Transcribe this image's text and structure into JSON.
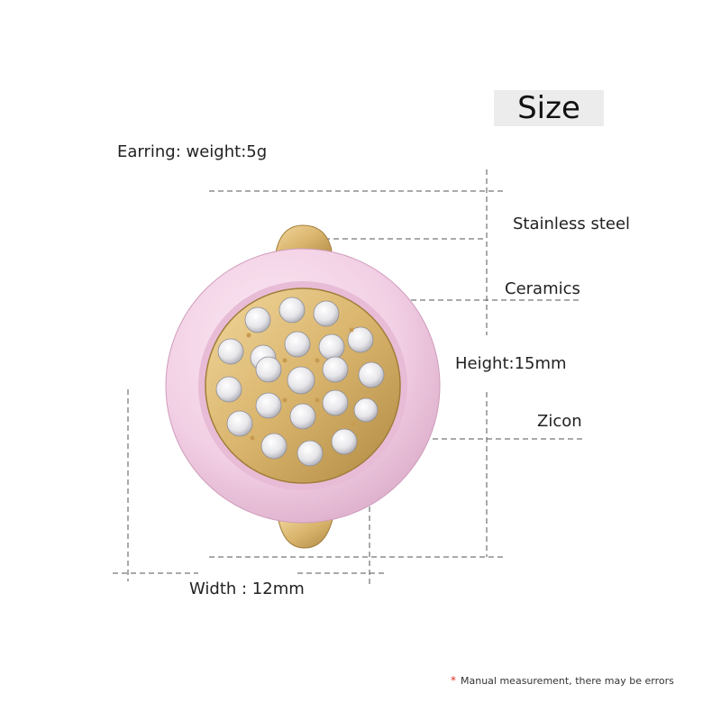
{
  "header": {
    "title": "Size"
  },
  "specs": {
    "weight": "Earring: weight:5g",
    "material_top": "Stainless steel",
    "material_mid": "Ceramics",
    "height": "Height:15mm",
    "stone": "Zicon",
    "width": "Width : 12mm"
  },
  "note": {
    "marker": "*",
    "text": "Manual measurement, there may be errors"
  },
  "colors": {
    "gold": "#d9b46c",
    "pink": "#f2cfe4",
    "crystal": "#f3f3f5"
  }
}
